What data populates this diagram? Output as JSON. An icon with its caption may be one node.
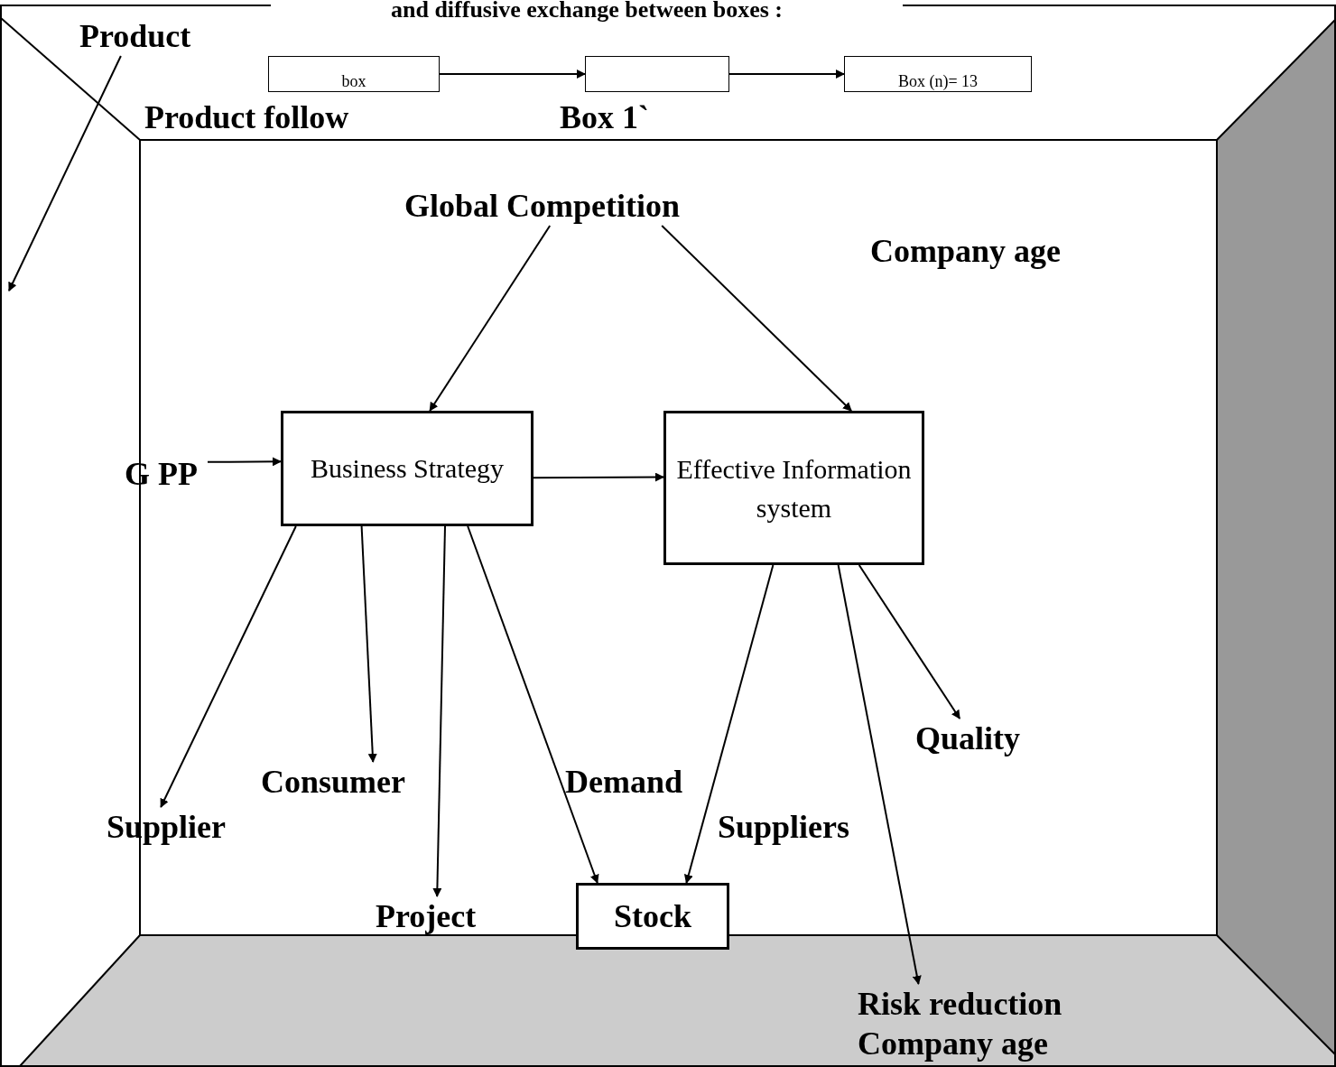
{
  "diagram": {
    "title": "and diffusive exchange between boxes :",
    "nodes": [
      {
        "text": [
          "Product"
        ]
      },
      {
        "text": [
          "box"
        ]
      },
      {
        "text": [],
        "shape": "box"
      },
      {
        "text": [
          "Box (n)= 13"
        ]
      },
      {
        "text": [
          "Global Competition"
        ]
      },
      {
        "text": [
          "Business Strategy"
        ]
      },
      {
        "text": [
          "Effective Information system"
        ]
      },
      {
        "text": [
          "G PP"
        ]
      },
      {
        "text": [
          "Supplier"
        ]
      },
      {
        "text": [
          "Consumer"
        ]
      },
      {
        "text": [
          "Project"
        ]
      },
      {
        "text": [
          "Stock"
        ]
      },
      {
        "text": [
          "Quality"
        ]
      },
      {
        "text": [
          "Risk reduction Company age"
        ]
      }
    ],
    "edges": [
      {
        "from": 1,
        "to": 2,
        "arrow": "to"
      },
      {
        "from": 2,
        "to": 3,
        "arrow": "to"
      },
      {
        "from": 0,
        "to": null,
        "arrow": "to"
      },
      {
        "from": 4,
        "to": 5,
        "arrow": "to"
      },
      {
        "from": 4,
        "to": 6,
        "arrow": "to"
      },
      {
        "from": 7,
        "to": 5,
        "arrow": "to"
      },
      {
        "from": 5,
        "to": 6,
        "arrow": "to"
      },
      {
        "from": 5,
        "to": 8,
        "arrow": "to"
      },
      {
        "from": 5,
        "to": 9,
        "arrow": "to"
      },
      {
        "from": 5,
        "to": 10,
        "arrow": "to"
      },
      {
        "from": 5,
        "to": 11,
        "arrow": "to"
      },
      {
        "from": 6,
        "to": 11,
        "arrow": "to"
      },
      {
        "from": 6,
        "to": 12,
        "arrow": "to"
      },
      {
        "from": 6,
        "to": 13,
        "arrow": "to"
      }
    ],
    "labels": [
      "Product follow",
      "Box 1`",
      "Company age",
      "Demand",
      "Suppliers"
    ]
  }
}
